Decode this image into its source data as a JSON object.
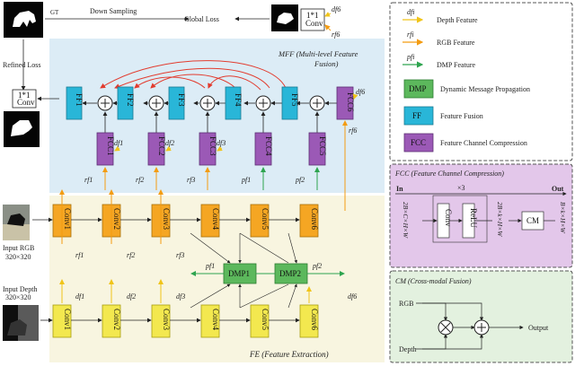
{
  "top": {
    "gt": "GT",
    "down_sampling": "Down Sampling",
    "global_loss": "Global Loss",
    "conv_top": "1*1 Conv",
    "df6": "df6",
    "rf6": "rf6",
    "refined_loss": "Refined Loss",
    "conv_left": "1*1 Conv"
  },
  "mff": {
    "title": "MFF (Multi-level Feature Fusion)",
    "ff_labels": [
      "FF1",
      "FF2",
      "FF3",
      "FF4",
      "FF5"
    ],
    "fcc_top": "FCC6",
    "fcc_top_df": "df6",
    "fcc_top_rf": "rf6",
    "fcc_labels": [
      "FCC1",
      "FCC2",
      "FCC3",
      "FCC4",
      "FCC5"
    ],
    "df_labels": [
      "df1",
      "df2",
      "df3"
    ],
    "rf_labels": [
      "rf1",
      "rf2",
      "rf3"
    ],
    "pf_labels": [
      "pf1",
      "pf2"
    ]
  },
  "fe": {
    "title": "FE (Feature Extraction)",
    "rgb_convs": [
      "Conv1",
      "Conv2",
      "Conv3",
      "Conv4",
      "Conv5",
      "Conv6"
    ],
    "depth_convs": [
      "Conv1",
      "Conv2",
      "Conv3",
      "Conv4",
      "Conv5",
      "Conv6"
    ],
    "dmp": [
      "DMP1",
      "DMP2"
    ],
    "input_rgb": "Input RGB",
    "input_rgb_size": "320×320",
    "input_depth": "Input Depth",
    "input_depth_size": "320×320",
    "rf_labels": [
      "rf1",
      "rf2",
      "rf3"
    ],
    "df_labels": [
      "df1",
      "df2",
      "df3",
      "df6"
    ],
    "pf_labels": [
      "pf1",
      "pf2"
    ]
  },
  "legend": {
    "items": [
      {
        "sym": "dfi",
        "text": "Depth Feature"
      },
      {
        "sym": "rfi",
        "text": "RGB Feature"
      },
      {
        "sym": "pfi",
        "text": "DMP Feature"
      }
    ],
    "boxes": [
      {
        "sym": "DMP",
        "text": "Dynamic Message Propagation"
      },
      {
        "sym": "FF",
        "text": "Feature Fusion"
      },
      {
        "sym": "FCC",
        "text": "Feature Channel Compression"
      }
    ]
  },
  "fcc_panel": {
    "title": "FCC (Feature Channel Compression)",
    "in": "In",
    "out": "Out",
    "times": "×3",
    "dim_in": "2B×C×H×W",
    "dim_mid": "2B×k×H×W",
    "dim_out": "B×k×H×W",
    "conv": "Conv",
    "relu": "ReLU",
    "cm": "CM"
  },
  "cm_panel": {
    "title": "CM (Cross-modal Fusion)",
    "rgb": "RGB",
    "depth": "Depth",
    "output": "Output"
  },
  "colors": {
    "depth": "#f0c419",
    "rgb": "#f39c12",
    "dmp": "#2ea44f",
    "ff": "#29b6d8",
    "fcc": "#9b59b6",
    "dmp_box": "#5cb85c",
    "conv_orange": "#f5a623",
    "conv_yellow": "#f3e84f",
    "red": "#e23b2e",
    "mff_bg": "#dcecf6",
    "fe_bg": "#f8f5e0",
    "fcc_bg": "#e3c7ea",
    "cm_bg": "#e3f1df"
  }
}
